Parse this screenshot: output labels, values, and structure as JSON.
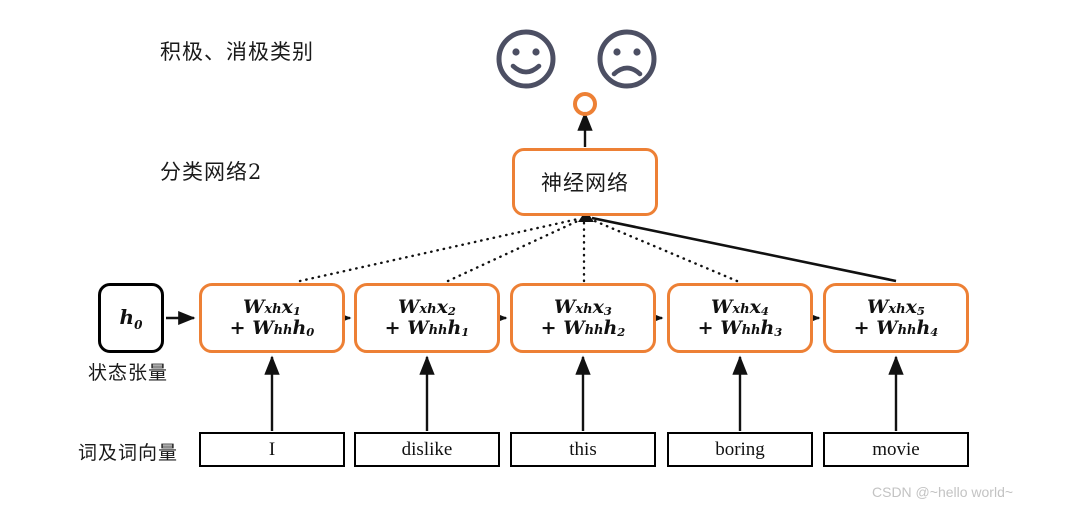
{
  "diagram": {
    "title_labels": {
      "categories": "积极、消极类别",
      "classifier": "分类网络2",
      "state_tensor": "状态张量",
      "words_and_vectors": "词及词向量"
    },
    "nn_box": {
      "label": "神经网络"
    },
    "output_node": {
      "icon": "circle-node-icon"
    },
    "sentiment_icons": [
      {
        "name": "smiley-happy-icon",
        "sentiment": "positive"
      },
      {
        "name": "smiley-sad-icon",
        "sentiment": "negative"
      }
    ],
    "initial_state": {
      "symbol": "h",
      "sub": "0"
    },
    "cells": [
      {
        "id": 1,
        "x_sub": "1",
        "h_sub": "0",
        "wxh": "W",
        "wxh_sub": "xh",
        "x_sym": "x",
        "whh": "W",
        "whh_sub": "hh",
        "h_sym": "h"
      },
      {
        "id": 2,
        "x_sub": "2",
        "h_sub": "1",
        "wxh": "W",
        "wxh_sub": "xh",
        "x_sym": "x",
        "whh": "W",
        "whh_sub": "hh",
        "h_sym": "h"
      },
      {
        "id": 3,
        "x_sub": "3",
        "h_sub": "2",
        "wxh": "W",
        "wxh_sub": "xh",
        "x_sym": "x",
        "whh": "W",
        "whh_sub": "hh",
        "h_sym": "h"
      },
      {
        "id": 4,
        "x_sub": "4",
        "h_sub": "3",
        "wxh": "W",
        "wxh_sub": "xh",
        "x_sym": "x",
        "whh": "W",
        "whh_sub": "hh",
        "h_sym": "h"
      },
      {
        "id": 5,
        "x_sub": "5",
        "h_sub": "4",
        "wxh": "W",
        "wxh_sub": "xh",
        "x_sym": "x",
        "whh": "W",
        "whh_sub": "hh",
        "h_sym": "h"
      }
    ],
    "words": [
      "I",
      "dislike",
      "this",
      "boring",
      "movie"
    ],
    "colors": {
      "accent_orange": "#ED8035",
      "face_slate": "#4C4F63",
      "line_black": "#111111",
      "watermark_gray": "#C3C3C3"
    },
    "watermark": "CSDN @~hello world~"
  }
}
